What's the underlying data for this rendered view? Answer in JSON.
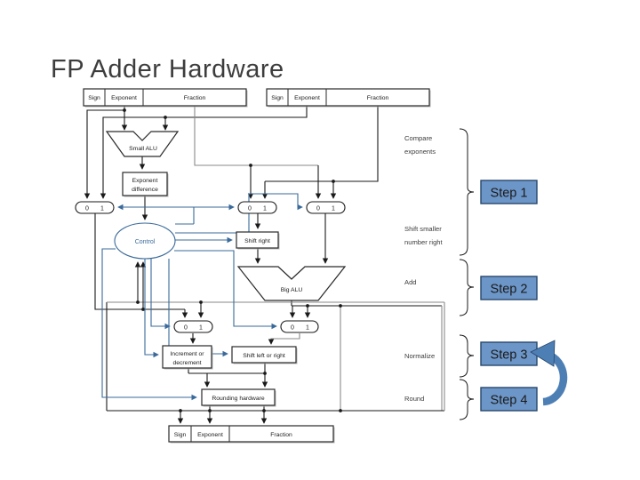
{
  "slide": {
    "title": "FP Adder Hardware"
  },
  "registers": {
    "fields": [
      "Sign",
      "Exponent",
      "Fraction"
    ]
  },
  "blocks": {
    "small_alu": "Small ALU",
    "exponent_difference_line1": "Exponent",
    "exponent_difference_line2": "difference",
    "control": "Control",
    "shift_right": "Shift right",
    "big_alu": "Big ALU",
    "increment_line1": "Increment or",
    "increment_line2": "decrement",
    "shift_left_right": "Shift left or right",
    "rounding_hardware": "Rounding hardware"
  },
  "mux": {
    "zero": "0",
    "one": "1"
  },
  "stages": [
    {
      "line1": "Compare",
      "line2": "exponents"
    },
    {
      "line1": "Shift smaller",
      "line2": "number right"
    },
    {
      "line1": "Add",
      "line2": ""
    },
    {
      "line1": "Normalize",
      "line2": ""
    },
    {
      "line1": "Round",
      "line2": ""
    }
  ],
  "steps": [
    {
      "label": "Step 1"
    },
    {
      "label": "Step 2"
    },
    {
      "label": "Step 3"
    },
    {
      "label": "Step 4"
    }
  ],
  "colors": {
    "step_fill": "#6d96c8",
    "step_border": "#27466b",
    "control_blue": "#3a6a9a",
    "wire": "#1a1a1a",
    "loop_arrow": "#4d7fb5",
    "title_color": "#3d3d3d"
  }
}
